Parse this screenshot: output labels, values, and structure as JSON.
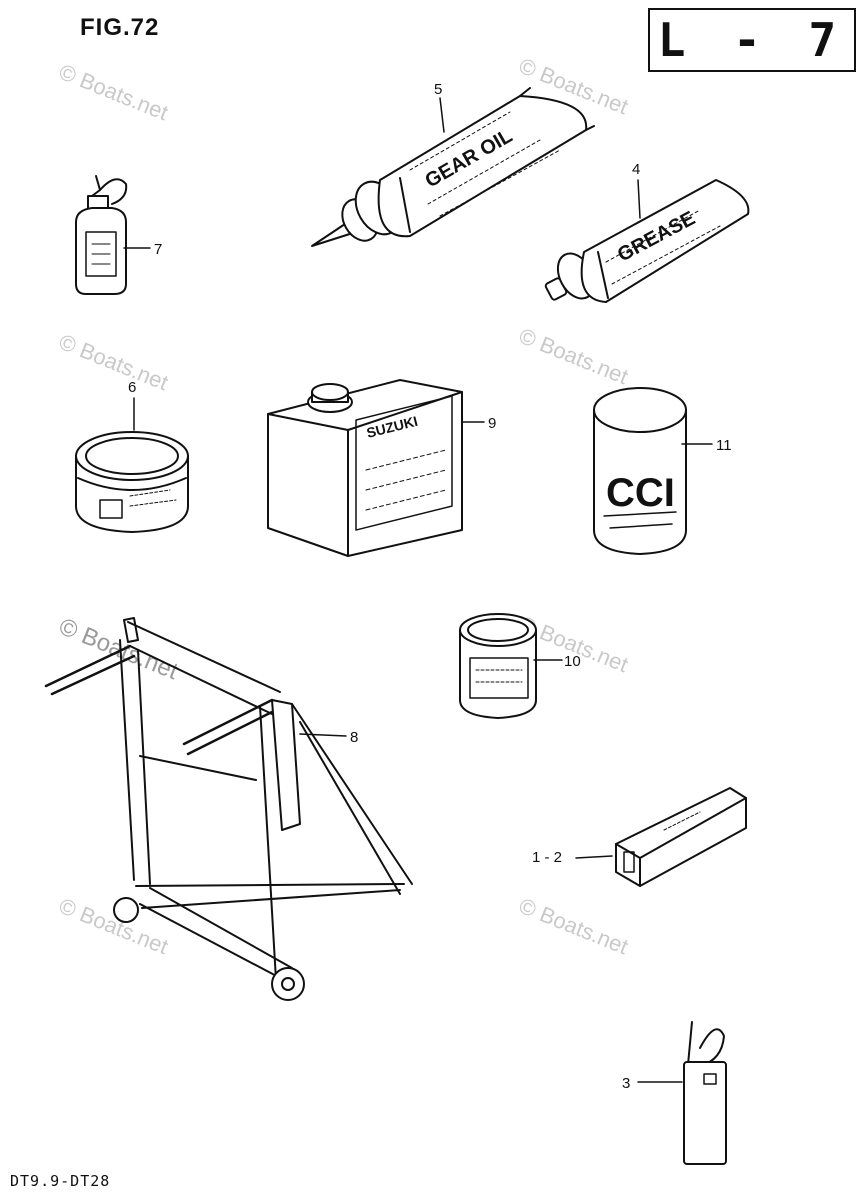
{
  "figure_label": "FIG.72",
  "section_code": "L - 7",
  "model_range": "DT9.9-DT28",
  "watermark_text": "© Boats.net",
  "tube_labels": {
    "gear_oil": "GEAR OIL",
    "grease": "GREASE"
  },
  "can_labels": {
    "oil_can_brand": "SUZUKI",
    "grease_can_mark": "CCI"
  },
  "callouts": [
    {
      "id": "callout-5",
      "label": "5"
    },
    {
      "id": "callout-4",
      "label": "4"
    },
    {
      "id": "callout-7",
      "label": "7"
    },
    {
      "id": "callout-6",
      "label": "6"
    },
    {
      "id": "callout-9",
      "label": "9"
    },
    {
      "id": "callout-11",
      "label": "11"
    },
    {
      "id": "callout-10",
      "label": "10"
    },
    {
      "id": "callout-8",
      "label": "8"
    },
    {
      "id": "callout-1-2",
      "label": "1 - 2"
    },
    {
      "id": "callout-3",
      "label": "3"
    }
  ],
  "colors": {
    "ink": "#111111",
    "watermark": "#c9c9c9"
  }
}
